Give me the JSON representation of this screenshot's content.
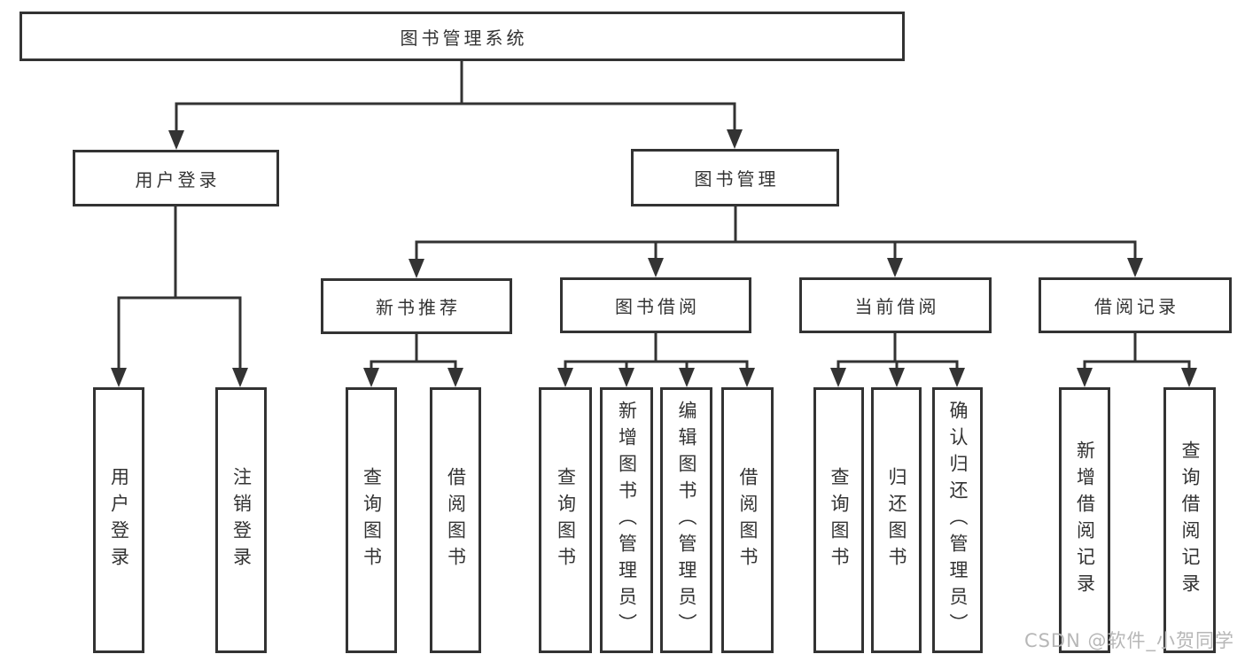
{
  "diagram": {
    "watermark": "CSDN @软件_小贺同学",
    "colors": {
      "line": "#333333",
      "border": "#333333",
      "text": "#333333",
      "watermark_text": "#b7b7b7",
      "background": "#ffffff"
    },
    "root": {
      "label": "图书管理系统"
    },
    "user_login": {
      "label": "用户登录",
      "children": [
        {
          "label": "用户登录"
        },
        {
          "label": "注销登录"
        }
      ]
    },
    "book_management": {
      "label": "图书管理",
      "groups": [
        {
          "label": "新书推荐",
          "children": [
            {
              "label": "查询图书"
            },
            {
              "label": "借阅图书"
            }
          ]
        },
        {
          "label": "图书借阅",
          "children": [
            {
              "label": "查询图书"
            },
            {
              "label": "新增图书（管理员）"
            },
            {
              "label": "编辑图书（管理员）"
            },
            {
              "label": "借阅图书"
            }
          ]
        },
        {
          "label": "当前借阅",
          "children": [
            {
              "label": "查询图书"
            },
            {
              "label": "归还图书"
            },
            {
              "label": "确认归还（管理员）"
            }
          ]
        },
        {
          "label": "借阅记录",
          "children": [
            {
              "label": "新增借阅记录"
            },
            {
              "label": "查询借阅记录"
            }
          ]
        }
      ]
    }
  }
}
